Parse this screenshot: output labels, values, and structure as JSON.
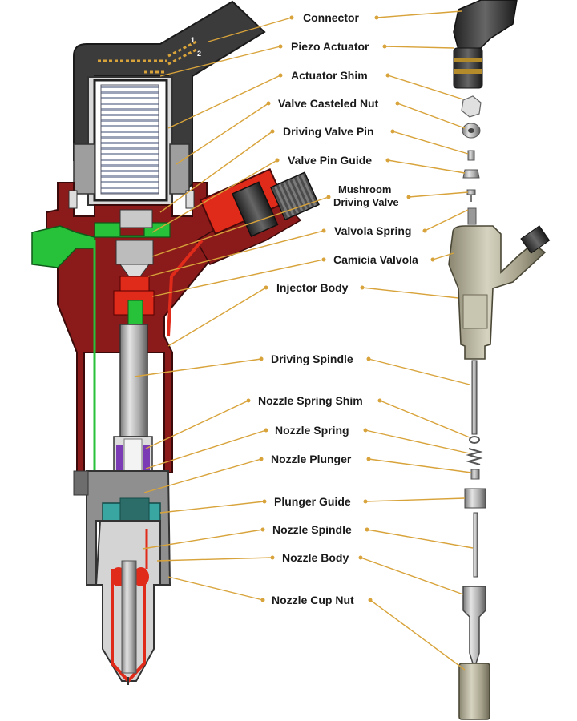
{
  "colors": {
    "body_red": "#8b1a1a",
    "connector_dark": "#3a3a3a",
    "fuel_green": "#27c13a",
    "inlet_red": "#e02a1a",
    "metal_grey": "#bfbfbf",
    "leader_gold": "#d8a33a"
  },
  "connector_pins": [
    "1",
    "2"
  ],
  "labels": [
    {
      "id": "connector",
      "text": "Connector"
    },
    {
      "id": "piezo-actuator",
      "text": "Piezo Actuator"
    },
    {
      "id": "actuator-shim",
      "text": "Actuator Shim"
    },
    {
      "id": "valve-casteled-nut",
      "text": "Valve Casteled Nut"
    },
    {
      "id": "driving-valve-pin",
      "text": "Driving Valve Pin"
    },
    {
      "id": "valve-pin-guide",
      "text": "Valve Pin Guide"
    },
    {
      "id": "mushroom",
      "text": "Mushroom",
      "text2": "Driving Valve"
    },
    {
      "id": "valvola-spring",
      "text": "Valvola Spring"
    },
    {
      "id": "camicia-valvola",
      "text": "Camicia Valvola"
    },
    {
      "id": "injector-body",
      "text": "Injector Body"
    },
    {
      "id": "driving-spindle",
      "text": "Driving Spindle"
    },
    {
      "id": "nozzle-spring-shim",
      "text": "Nozzle Spring Shim"
    },
    {
      "id": "nozzle-spring",
      "text": "Nozzle Spring"
    },
    {
      "id": "nozzle-plunger",
      "text": "Nozzle Plunger"
    },
    {
      "id": "plunger-guide",
      "text": "Plunger Guide"
    },
    {
      "id": "nozzle-spindle",
      "text": "Nozzle Spindle"
    },
    {
      "id": "nozzle-body",
      "text": "Nozzle Body"
    },
    {
      "id": "nozzle-cup-nut",
      "text": "Nozzle Cup Nut"
    }
  ]
}
